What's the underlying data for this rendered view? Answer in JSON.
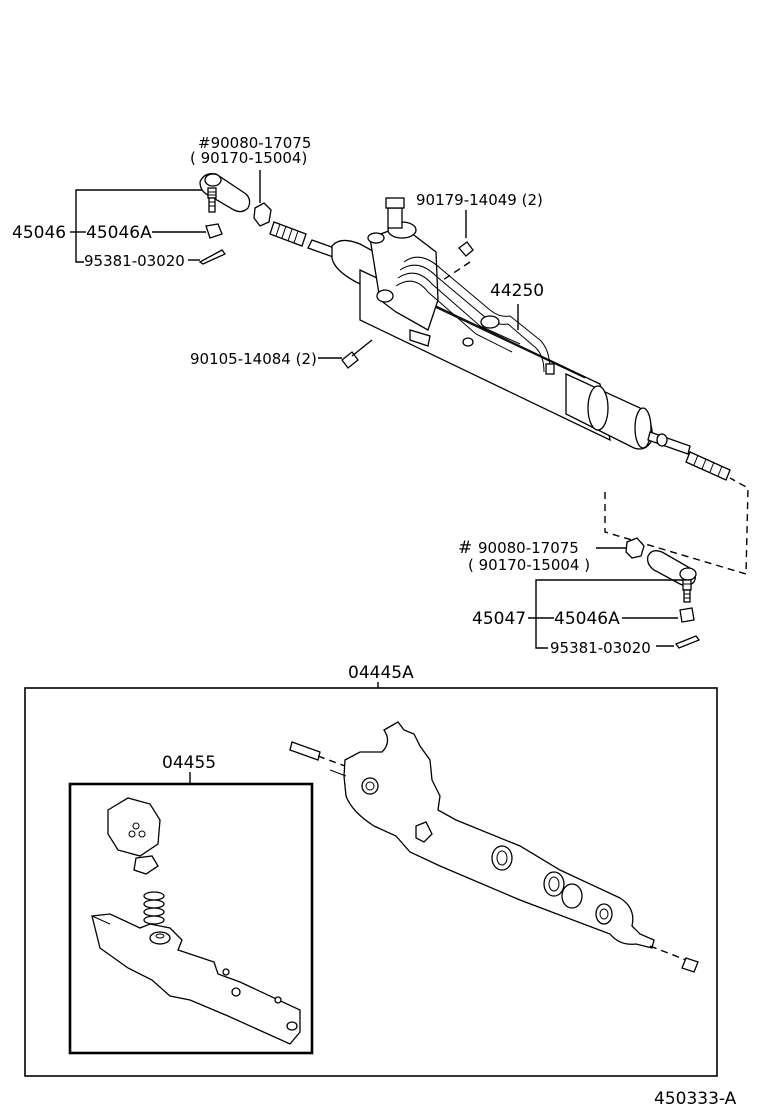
{
  "upper_left_group": {
    "part_hash": "#90080-17075",
    "part_alt": "( 90170-15004)",
    "part_main": "45046",
    "part_sub": "45046A",
    "part_cotter": "95381-03020"
  },
  "upper_right": {
    "nut": "90179-14049 (2)",
    "tube": "44250",
    "bolt": "90105-14084 (2)"
  },
  "lower_right_group": {
    "hash_mark": "#",
    "part_hash": "90080-17075",
    "part_alt": "( 90170-15004 )",
    "part_main": "45047",
    "part_sub": "45046A",
    "part_cotter": "95381-03020"
  },
  "housing_box": {
    "label": "04445A"
  },
  "inset_box": {
    "label": "04455"
  },
  "figure_code": "450333-A"
}
